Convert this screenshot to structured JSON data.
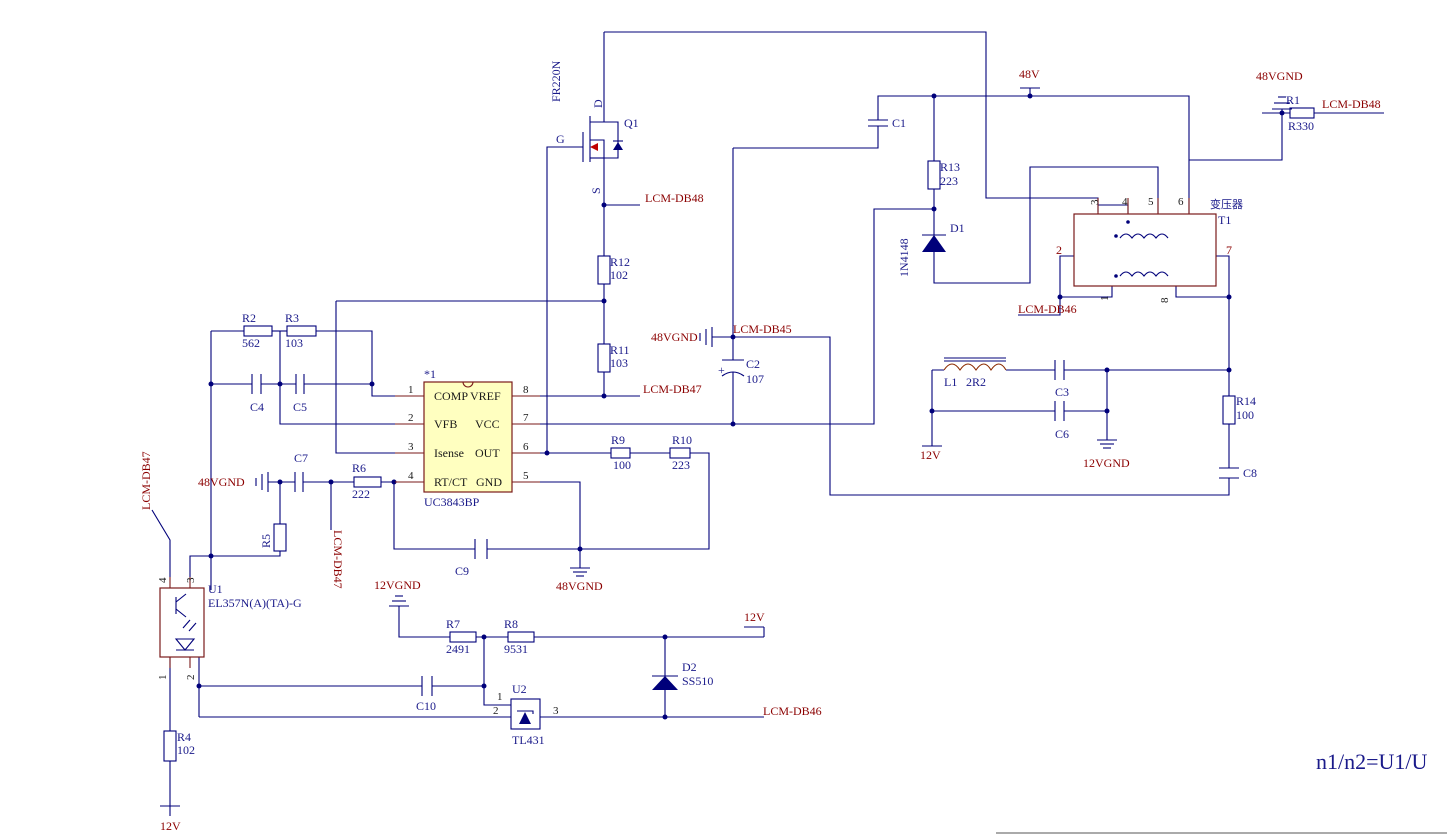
{
  "components": {
    "q1": {
      "ref": "Q1",
      "part": "FR220N",
      "d": "D",
      "g": "G",
      "s": "S"
    },
    "u3": {
      "ref": "*1",
      "part": "UC3843BP",
      "pins": [
        {
          "num": "1",
          "name": "COMP"
        },
        {
          "num": "2",
          "name": "VFB"
        },
        {
          "num": "3",
          "name": "Isense"
        },
        {
          "num": "4",
          "name": "RT/CT"
        },
        {
          "num": "8",
          "name": "VREF"
        },
        {
          "num": "7",
          "name": "VCC"
        },
        {
          "num": "6",
          "name": "OUT"
        },
        {
          "num": "5",
          "name": "GND"
        }
      ]
    },
    "t1": {
      "ref": "T1",
      "part": "变压器",
      "pins": [
        "3",
        "4",
        "5",
        "6",
        "2",
        "7",
        "1",
        "8"
      ]
    },
    "u1": {
      "ref": "U1",
      "part": "EL357N(A)(TA)-G",
      "pins": [
        "4",
        "3",
        "1",
        "2"
      ]
    },
    "u2": {
      "ref": "U2",
      "part": "TL431",
      "pins": [
        "1",
        "2",
        "3"
      ]
    },
    "d1": {
      "ref": "D1",
      "part": "1N4148"
    },
    "d2": {
      "ref": "D2",
      "part": "SS510"
    },
    "l1": {
      "ref": "L1",
      "value": "2R2"
    },
    "r1": {
      "ref": "R1",
      "value": "R330"
    },
    "r2": {
      "ref": "R2",
      "value": "562"
    },
    "r3": {
      "ref": "R3",
      "value": "103"
    },
    "r4": {
      "ref": "R4",
      "value": "102"
    },
    "r5": {
      "ref": "R5"
    },
    "r6": {
      "ref": "R6",
      "value": "222"
    },
    "r7": {
      "ref": "R7",
      "value": "2491"
    },
    "r8": {
      "ref": "R8",
      "value": "9531"
    },
    "r9": {
      "ref": "R9",
      "value": "100"
    },
    "r10": {
      "ref": "R10",
      "value": "223"
    },
    "r11": {
      "ref": "R11",
      "value": "103"
    },
    "r12": {
      "ref": "R12",
      "value": "102"
    },
    "r13": {
      "ref": "R13",
      "value": "223"
    },
    "r14": {
      "ref": "R14",
      "value": "100"
    },
    "c1": {
      "ref": "C1"
    },
    "c2": {
      "ref": "C2",
      "value": "107"
    },
    "c3": {
      "ref": "C3"
    },
    "c4": {
      "ref": "C4"
    },
    "c5": {
      "ref": "C5"
    },
    "c6": {
      "ref": "C6"
    },
    "c7": {
      "ref": "C7"
    },
    "c8": {
      "ref": "C8"
    },
    "c9": {
      "ref": "C9"
    },
    "c10": {
      "ref": "C10"
    }
  },
  "nets": {
    "v48": "48V",
    "gnd48_r1": "48VGND",
    "db48_r1": "LCM-DB48",
    "db48_src": "LCM-DB48",
    "db47_ref": "LCM-DB47",
    "db45": "LCM-DB45",
    "gnd48_c2": "48VGND",
    "gnd48_c7": "48VGND",
    "gnd48_bottom": "48VGND",
    "db47_vert": "LCM-DB47",
    "db47_opto": "LCM-DB47",
    "db46_t1": "LCM-DB46",
    "db46_bottom": "LCM-DB46",
    "v12_l1": "12V",
    "gnd12_c6": "12VGND",
    "gnd12_r7": "12VGND",
    "v12_r8": "12V",
    "v12_r4": "12V"
  },
  "formula": "n1/n2=U1/U"
}
